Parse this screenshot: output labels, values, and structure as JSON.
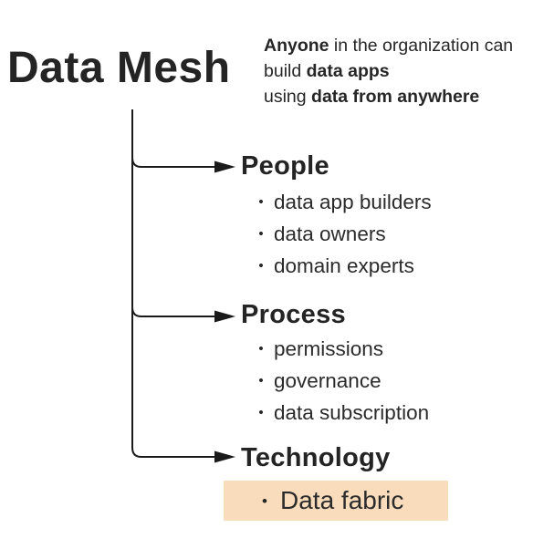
{
  "title": "Data Mesh",
  "description": {
    "line1": {
      "bold": "Anyone",
      "rest": " in the organization can"
    },
    "line2": {
      "pre": "build ",
      "bold": "data apps"
    },
    "line3": {
      "pre": "using ",
      "bold": "data from anywhere"
    }
  },
  "sections": [
    {
      "heading": "People",
      "items": [
        "data app builders",
        "data owners",
        "domain experts"
      ],
      "highlighted": false
    },
    {
      "heading": "Process",
      "items": [
        "permissions",
        "governance",
        "data subscription"
      ],
      "highlighted": false
    },
    {
      "heading": "Technology",
      "items": [
        "Data fabric"
      ],
      "highlighted": true
    }
  ],
  "glyphs": {
    "bullet": "•"
  },
  "colors": {
    "text": "#262626",
    "connector_line": "#1a1a1a",
    "highlight_background": "#f8dcbb",
    "background": "#ffffff"
  }
}
